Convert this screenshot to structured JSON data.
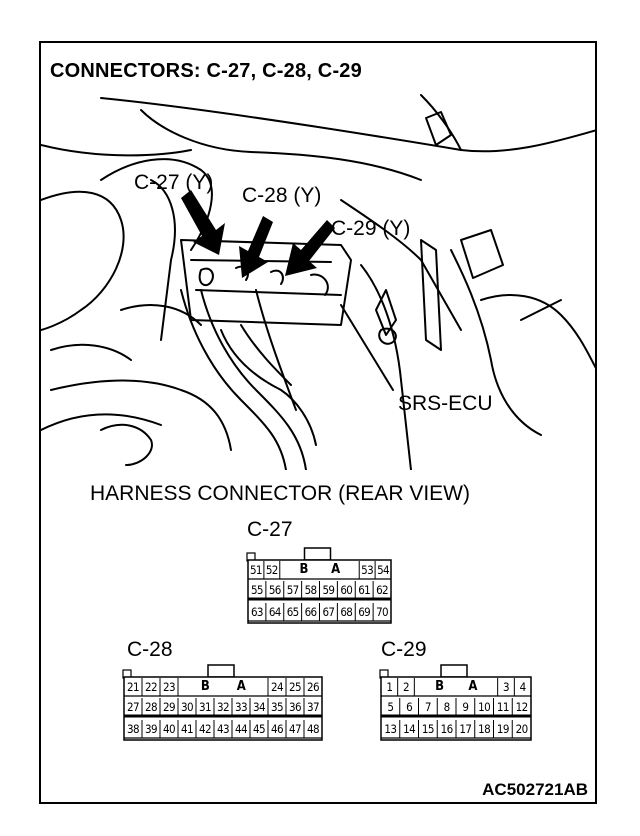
{
  "title": "CONNECTORS: C-27, C-28, C-29",
  "photo_labels": {
    "c27": "C-27 (Y)",
    "c28": "C-28 (Y)",
    "c29": "C-29 (Y)",
    "srs_ecu": "SRS-ECU"
  },
  "harness_heading": "HARNESS CONNECTOR (REAR VIEW)",
  "connectors": {
    "c27": {
      "label": "C-27",
      "rows": [
        [
          "51",
          "52",
          "",
          "B",
          "",
          "A",
          "",
          "53",
          "54"
        ],
        [
          "55",
          "56",
          "57",
          "58",
          "59",
          "60",
          "61",
          "62"
        ],
        [
          "63",
          "64",
          "65",
          "66",
          "67",
          "68",
          "69",
          "70"
        ]
      ]
    },
    "c28": {
      "label": "C-28",
      "rows": [
        [
          "21",
          "22",
          "23",
          "",
          "B",
          "",
          "A",
          "",
          "24",
          "25",
          "26"
        ],
        [
          "27",
          "28",
          "29",
          "30",
          "31",
          "32",
          "33",
          "34",
          "35",
          "36",
          "37"
        ],
        [
          "38",
          "39",
          "40",
          "41",
          "42",
          "43",
          "44",
          "45",
          "46",
          "47",
          "48"
        ]
      ]
    },
    "c29": {
      "label": "C-29",
      "rows": [
        [
          "1",
          "2",
          "",
          "B",
          "",
          "A",
          "",
          "3",
          "4"
        ],
        [
          "5",
          "6",
          "7",
          "8",
          "9",
          "10",
          "11",
          "12"
        ],
        [
          "13",
          "14",
          "15",
          "16",
          "17",
          "18",
          "19",
          "20"
        ]
      ]
    }
  },
  "figure_code": "AC502721AB"
}
